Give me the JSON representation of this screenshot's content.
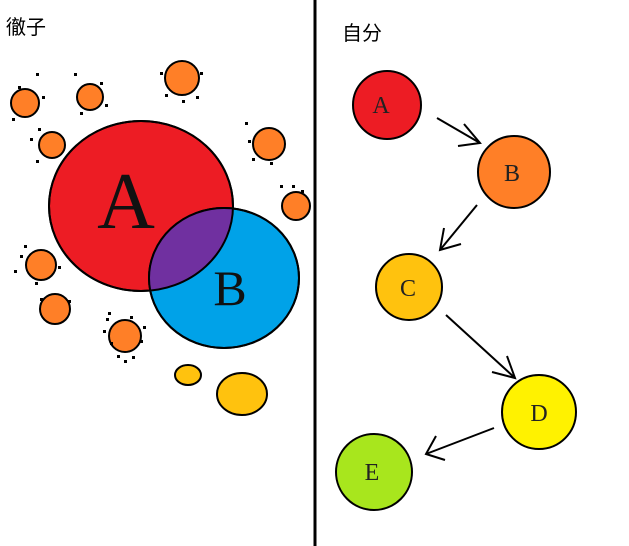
{
  "left_panel": {
    "title": "徹子",
    "circle_a_label": "A",
    "circle_b_label": "B"
  },
  "right_panel": {
    "title": "自分",
    "nodes": [
      {
        "label": "A",
        "color": "#ed1c24"
      },
      {
        "label": "B",
        "color": "#ff7f27"
      },
      {
        "label": "C",
        "color": "#ffc20e"
      },
      {
        "label": "D",
        "color": "#fff200"
      },
      {
        "label": "E",
        "color": "#a8e61d"
      }
    ]
  },
  "colors": {
    "red": "#ed1c24",
    "blue": "#00a2e8",
    "purple": "#7030a0",
    "orange": "#ff7f27",
    "gold": "#ffc20e",
    "divider": "#000000"
  }
}
